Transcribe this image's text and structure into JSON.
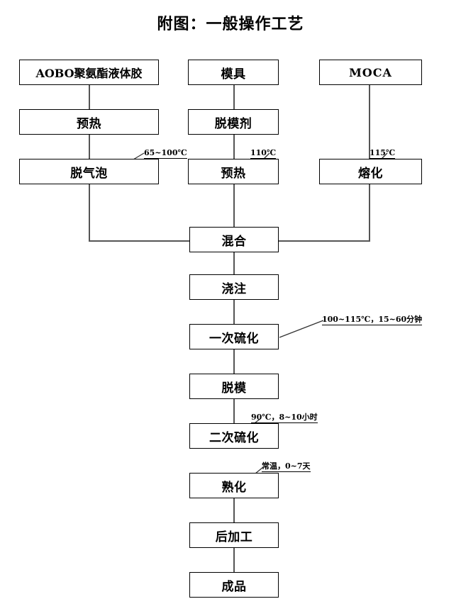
{
  "title": "附图：一般操作工艺",
  "diagram": {
    "type": "flowchart",
    "orientation": "top-to-bottom",
    "columns": [
      {
        "name": "polyurethane-prepolymer-line",
        "label": "AOBO聚氨酯液体胶"
      },
      {
        "name": "mold-line",
        "label": "模具"
      },
      {
        "name": "curative-line",
        "label": "MOCA"
      }
    ],
    "nodes": [
      {
        "id": "aobo",
        "label": "AOBO聚氨酯液体胶",
        "column": "left",
        "row": 1
      },
      {
        "id": "mold",
        "label": "模具",
        "column": "center",
        "row": 1
      },
      {
        "id": "moca",
        "label": "MOCA",
        "column": "right",
        "row": 1
      },
      {
        "id": "preheat-glue",
        "label": "预热",
        "column": "left",
        "row": 2
      },
      {
        "id": "release-agent",
        "label": "脱模剂",
        "column": "center",
        "row": 2
      },
      {
        "id": "degas",
        "label": "脱气泡",
        "column": "left",
        "row": 3
      },
      {
        "id": "preheat-mold",
        "label": "预热",
        "column": "center",
        "row": 3
      },
      {
        "id": "melt",
        "label": "熔化",
        "column": "right",
        "row": 3
      },
      {
        "id": "mix",
        "label": "混合",
        "column": "center",
        "row": 4
      },
      {
        "id": "pour",
        "label": "浇注",
        "column": "center",
        "row": 5
      },
      {
        "id": "primary-cure",
        "label": "一次硫化",
        "column": "center",
        "row": 6
      },
      {
        "id": "demold",
        "label": "脱模",
        "column": "center",
        "row": 7
      },
      {
        "id": "secondary-cure",
        "label": "二次硫化",
        "column": "center",
        "row": 8
      },
      {
        "id": "maturation",
        "label": "熟化",
        "column": "center",
        "row": 9
      },
      {
        "id": "post-processing",
        "label": "后加工",
        "column": "center",
        "row": 10
      },
      {
        "id": "finished-product",
        "label": "成品",
        "column": "center",
        "row": 11
      }
    ],
    "annotations": [
      {
        "id": "degas-temp",
        "target": "degas",
        "text": "65~100℃"
      },
      {
        "id": "preheat-mold-temp",
        "target": "preheat-mold",
        "text": "110℃"
      },
      {
        "id": "melt-temp",
        "target": "melt",
        "text": "115℃"
      },
      {
        "id": "primary-cure-cond",
        "target": "primary-cure",
        "text": "100~115℃，15~60分钟"
      },
      {
        "id": "secondary-cure-cond",
        "target": "secondary-cure",
        "text": "90℃，8~10小时"
      },
      {
        "id": "maturation-cond",
        "target": "maturation",
        "text": "常温，0~7天"
      }
    ],
    "colors": {
      "box_border": "#000000",
      "connector": "#555555",
      "text": "#000000",
      "background": "#ffffff"
    }
  }
}
